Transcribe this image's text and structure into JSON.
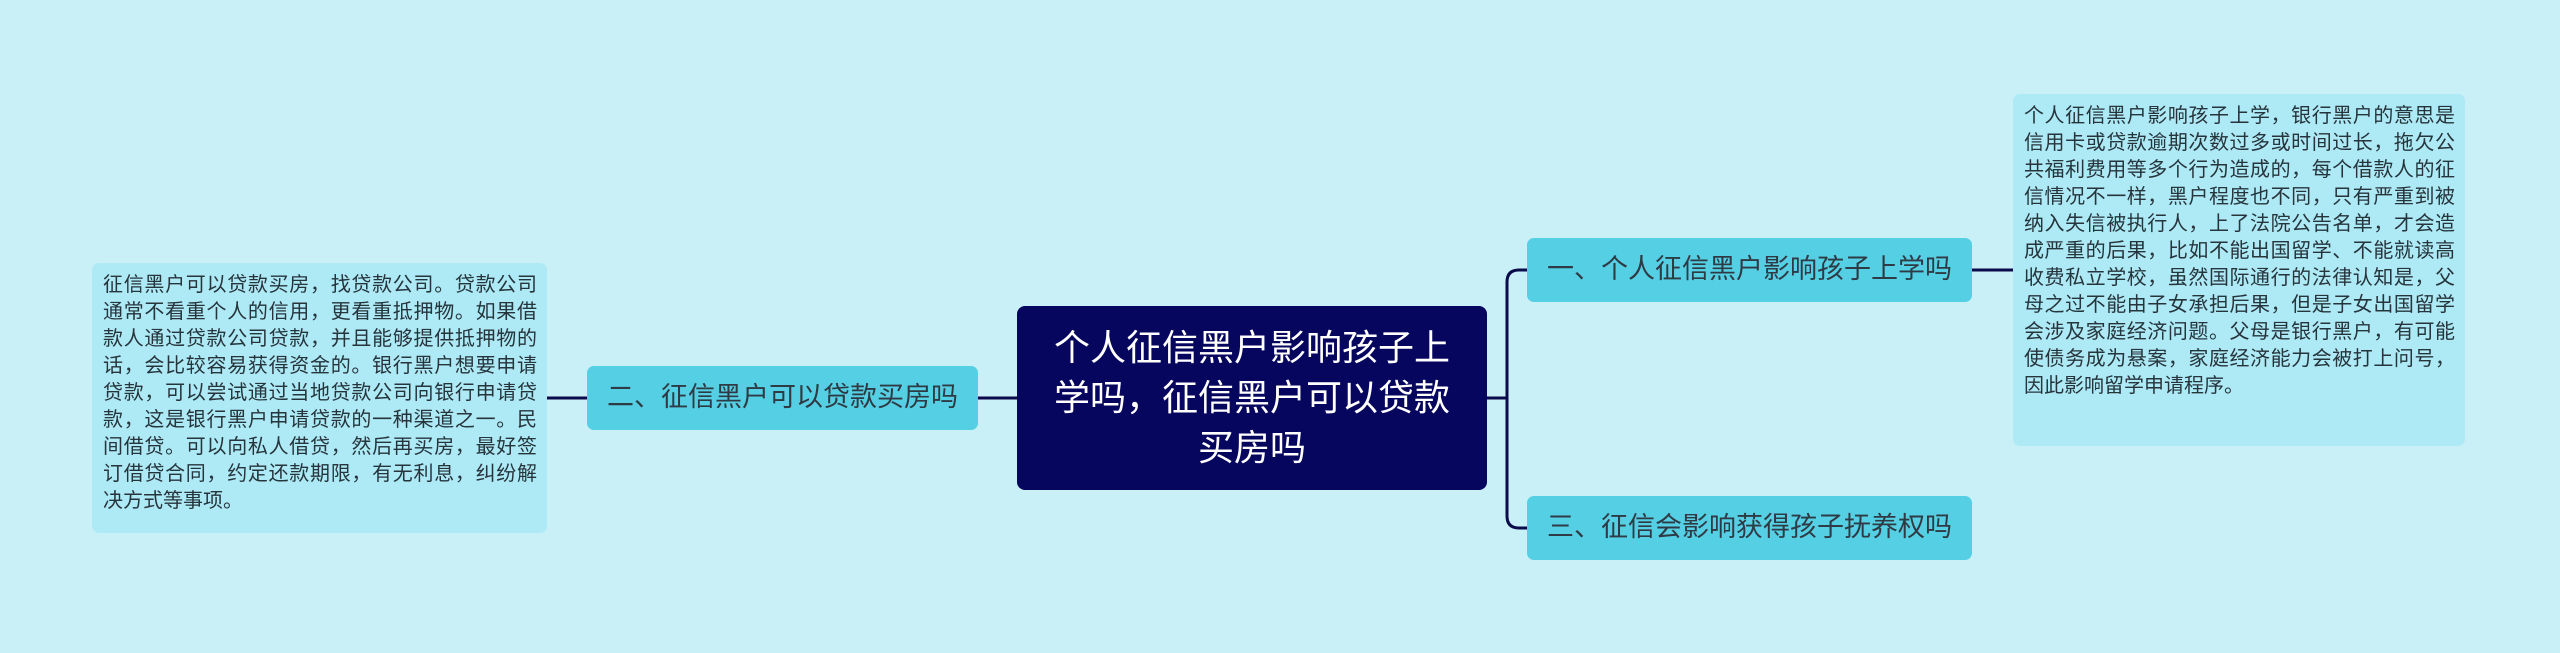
{
  "root": {
    "title": "个人征信黑户影响孩子上学吗，征信黑户可以贷款买房吗"
  },
  "branches": [
    {
      "label": "一、个人征信黑户影响孩子上学吗",
      "detail": "个人征信黑户影响孩子上学，银行黑户的意思是信用卡或贷款逾期次数过多或时间过长，拖欠公共福利费用等多个行为造成的，每个借款人的征信情况不一样，黑户程度也不同，只有严重到被纳入失信被执行人，上了法院公告名单，才会造成严重的后果，比如不能出国留学、不能就读高收费私立学校，虽然国际通行的法律认知是，父母之过不能由子女承担后果，但是子女出国留学会涉及家庭经济问题。父母是银行黑户，有可能使债务成为悬案，家庭经济能力会被打上问号，因此影响留学申请程序。"
    },
    {
      "label": "二、征信黑户可以贷款买房吗",
      "detail": "征信黑户可以贷款买房，找贷款公司。贷款公司通常不看重个人的信用，更看重抵押物。如果借款人通过贷款公司贷款，并且能够提供抵押物的话，会比较容易获得资金的。银行黑户想要申请贷款，可以尝试通过当地贷款公司向银行申请贷款，这是银行黑户申请贷款的一种渠道之一。民间借贷。可以向私人借贷，然后再买房，最好签订借贷合同，约定还款期限，有无利息，纠纷解决方式等事项。"
    },
    {
      "label": "三、征信会影响获得孩子抚养权吗"
    }
  ],
  "colors": {
    "background": "#c8f0f6",
    "root": "#07065e",
    "branch": "#55cfe4",
    "leaf": "#aeeaf5",
    "connector": "#0b0a4a"
  }
}
